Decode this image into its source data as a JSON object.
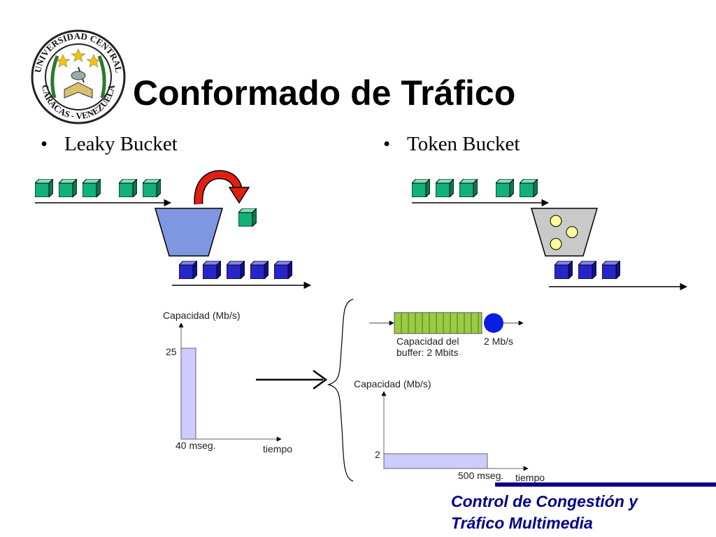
{
  "title": "Conformado de Tráfico",
  "bullets": {
    "leaky": "Leaky Bucket",
    "token": "Token Bucket"
  },
  "logo": {
    "text_top": "UNIVERSIDAD CENTRAL",
    "text_bottom": "CARACAS - VENEZUELA"
  },
  "leaky_graph": {
    "ylabel": "Capacidad (Mb/s)",
    "ytick": "25",
    "xtick": "40 mseg.",
    "xlabel": "tiempo"
  },
  "token_buffer": {
    "capacity_label_line1": "Capacidad del",
    "capacity_label_line2": "buffer: 2 Mbits",
    "rate_label": "2 Mb/s"
  },
  "token_graph": {
    "ylabel": "Capacidad (Mb/s)",
    "ytick": "2",
    "xtick": "500 mseg.",
    "xlabel": "tiempo"
  },
  "footer": {
    "line1": "Control de Congestión y",
    "line2": "Tráfico Multimedia"
  },
  "colors": {
    "packet_green": "#12b07a",
    "packet_blue": "#2626c8",
    "bucket_blue": "#7f96e0",
    "bucket_gray": "#c9c9c9",
    "token_yellow": "#ffff99",
    "buffer_green": "#99cc44",
    "server_blue": "#0a1de0",
    "graph_fill": "#ccccff",
    "arrow_red": "#e02010",
    "footer_blue": "#00008b"
  }
}
